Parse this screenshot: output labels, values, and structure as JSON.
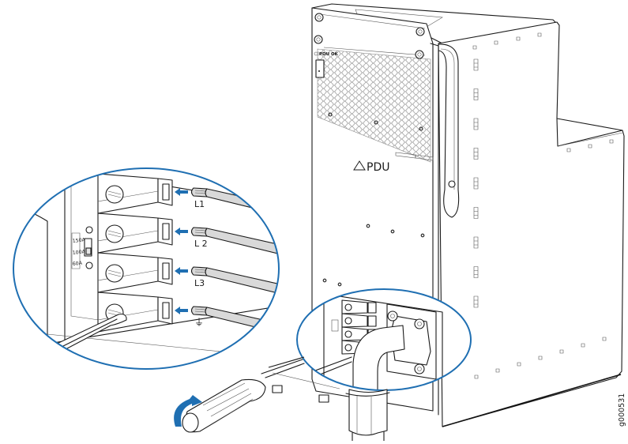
{
  "figure": {
    "id_label": "g000531",
    "accent_color": "#1f6fb2"
  },
  "pdu": {
    "logo_text": "PDU",
    "logo_icon": "warning-triangle-icon",
    "status_led_label": "PDU OK"
  },
  "callout": {
    "breaker_labels": [
      "150A",
      "100A",
      "60A"
    ],
    "terminals": [
      {
        "label": "L1",
        "icon": "arrow-left-icon"
      },
      {
        "label": "L 2",
        "icon": "arrow-left-icon"
      },
      {
        "label": "L3",
        "icon": "arrow-left-icon"
      },
      {
        "label": "⏚",
        "icon": "ground-icon"
      }
    ]
  },
  "tool": {
    "name": "screwdriver",
    "rotation_icon": "rotate-arrow-icon"
  }
}
